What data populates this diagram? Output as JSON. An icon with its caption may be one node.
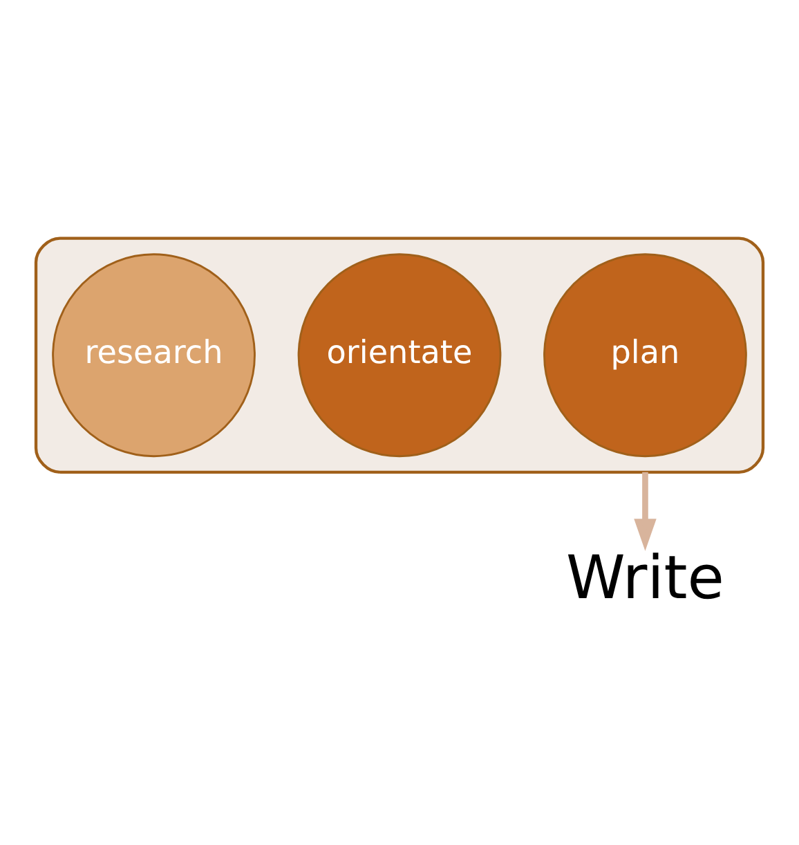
{
  "diagram": {
    "nodes": [
      {
        "text": [],
        "shape": "funnel"
      },
      {
        "text": [
          "plan"
        ],
        "in": 0
      },
      {
        "text": [
          "orientate"
        ],
        "in": 0
      },
      {
        "text": [
          "research"
        ],
        "in": 0
      },
      {
        "text": [
          "Write"
        ]
      }
    ],
    "edges": [
      {
        "from": 0,
        "to": 4,
        "arrow": "to"
      }
    ]
  }
}
